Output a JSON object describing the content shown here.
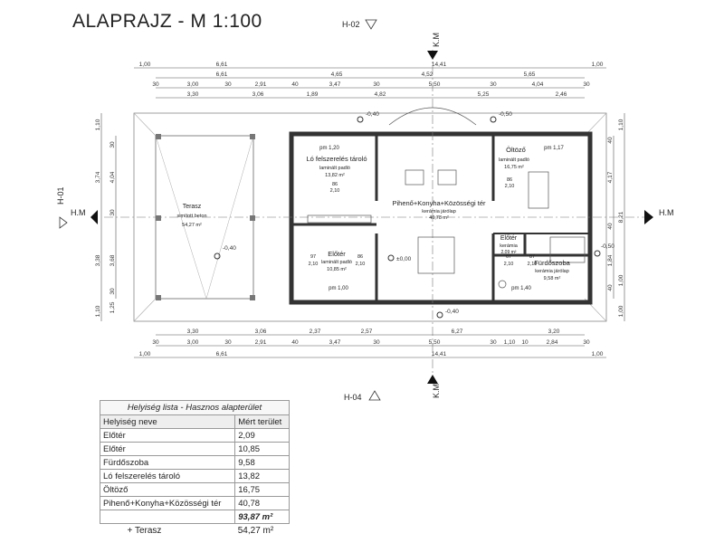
{
  "title": "ALAPRAJZ - M 1:100",
  "section_marks": {
    "top": "H-02",
    "bottom": "H-04",
    "left": "H-01",
    "km_top": "K.M",
    "km_bottom": "K.M",
    "hm_left": "H.M",
    "hm_right": "H.M"
  },
  "dims": {
    "row1": [
      "1,00",
      "6,61",
      "14,41",
      "1,00"
    ],
    "row2": [
      "6,61",
      "4,65",
      "4,52",
      "5,65"
    ],
    "row3": [
      "30",
      "3,00",
      "30",
      "2,91",
      "40",
      "3,47",
      "30",
      "5,50",
      "30",
      "4,04",
      "30"
    ],
    "row4": [
      "3,30",
      "3,06",
      "1,89",
      "4,82",
      "5,25",
      "2,46"
    ],
    "bottom_row1": [
      "3,30",
      "3,06",
      "2,37",
      "2,57",
      "6,27",
      "3,20"
    ],
    "bottom_row2": [
      "30",
      "3,00",
      "30",
      "2,91",
      "40",
      "3,47",
      "30",
      "5,50",
      "30",
      "1,10",
      "10",
      "2,84",
      "30"
    ],
    "bottom_row3": [
      "1,00",
      "6,61",
      "14,41",
      "1,00"
    ],
    "left": [
      "1,10",
      "30",
      "4,04",
      "30",
      "3,68",
      "30",
      "1,25",
      "3,74",
      "3,38",
      "1,10"
    ],
    "right": [
      "1,10",
      "40",
      "4,17",
      "40",
      "1,84",
      "40",
      "1,00",
      "8,21",
      "1,00"
    ]
  },
  "levels": {
    "top_left": "-0,40",
    "top_right": "-0,50",
    "left": "-0,40",
    "right": "-0,50",
    "bottom": "-0,40",
    "center": "±0,00"
  },
  "rooms": [
    {
      "name": "Terasz",
      "floor": "simított beton",
      "area": "54,27 m²"
    },
    {
      "name": "Ló felszerelés tároló",
      "floor": "laminált padló",
      "area": "13,82 m²",
      "pm": "pm 1,20"
    },
    {
      "name": "Pihenő+Konyha+Közösségi tér",
      "floor": "kerámia járólap",
      "area": "40,78 m²"
    },
    {
      "name": "Öltöző",
      "floor": "laminált padló",
      "area": "16,75 m²",
      "pm": "pm 1,17"
    },
    {
      "name": "Előtér",
      "floor": "laminált padló",
      "area": "10,85 m²",
      "pm": "pm 1,00"
    },
    {
      "name": "Előtér",
      "floor": "kerámia",
      "area": "2,09 m²"
    },
    {
      "name": "Fürdőszoba",
      "floor": "kerámia járólap",
      "area": "9,58 m²",
      "pm": "pm 1,40"
    }
  ],
  "door_labels": [
    "86",
    "2,10",
    "86",
    "2,10",
    "86",
    "2,10",
    "97",
    "2,10",
    "67",
    "2,10",
    "87",
    "2,10"
  ],
  "table": {
    "caption": "Helyiség lista - Hasznos alapterület",
    "col1": "Helyiség neve",
    "col2": "Mért terület",
    "rows": [
      [
        "Előtér",
        "2,09"
      ],
      [
        "Előtér",
        "10,85"
      ],
      [
        "Fürdőszoba",
        "9,58"
      ],
      [
        "Ló felszerelés tároló",
        "13,82"
      ],
      [
        "Öltöző",
        "16,75"
      ],
      [
        "Pihenő+Konyha+Közösségi tér",
        "40,78"
      ]
    ],
    "total": "93,87 m²",
    "terrace_label": "+ Terasz",
    "terrace_value": "54,27 m²"
  }
}
